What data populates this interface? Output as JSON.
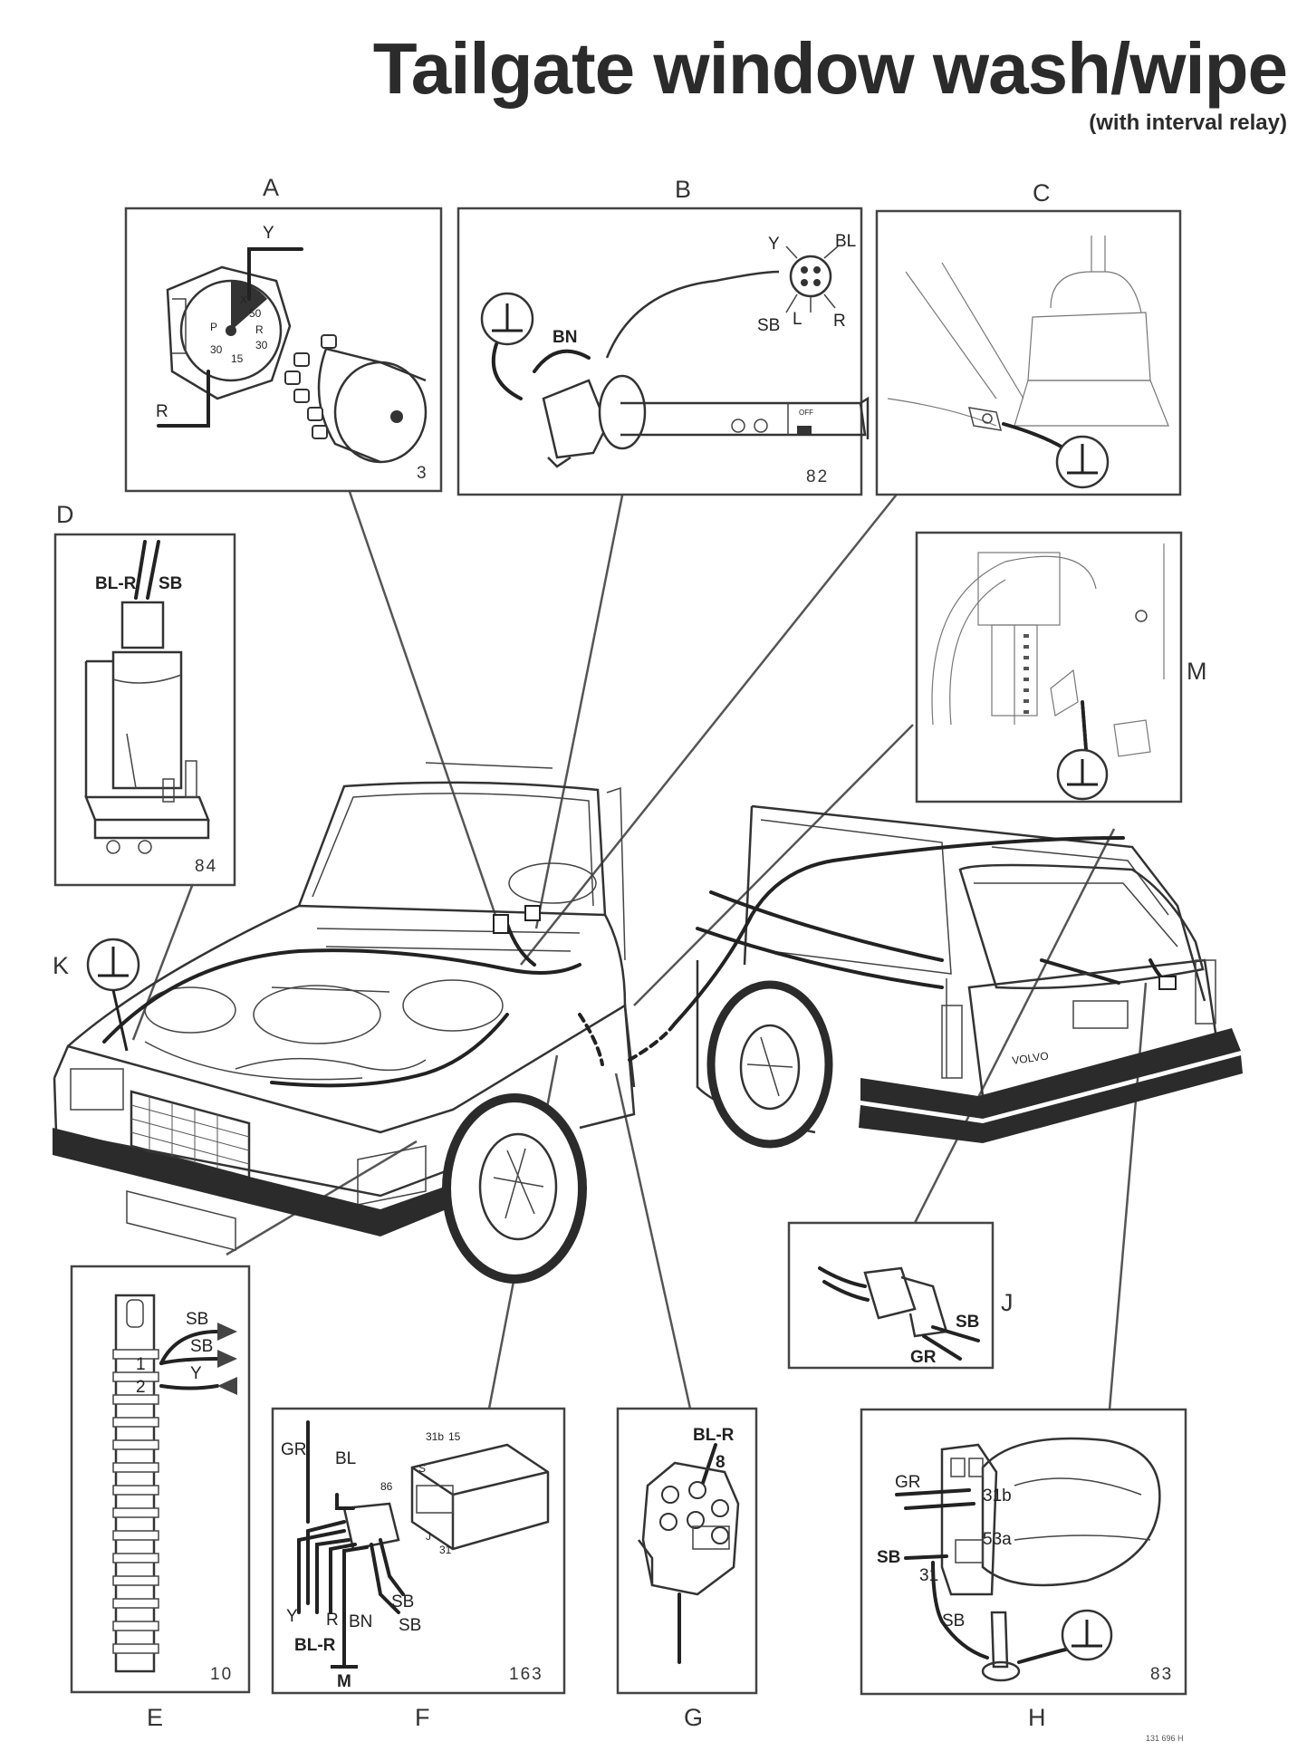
{
  "title": "Tailgate window wash/wipe",
  "subtitle": "(with interval relay)",
  "panels": {
    "A": {
      "letter": "A",
      "number": "3",
      "wires": [
        "Y",
        "R"
      ],
      "terminals": [
        "X",
        "50",
        "P",
        "R",
        "30",
        "15",
        "30"
      ]
    },
    "B": {
      "letter": "B",
      "number": "82",
      "wires": [
        "Y",
        "BL",
        "SB",
        "L",
        "R",
        "BN"
      ]
    },
    "C": {
      "letter": "C"
    },
    "D": {
      "letter": "D",
      "number": "84",
      "wires": [
        "BL-R",
        "SB"
      ]
    },
    "E": {
      "letter": "E",
      "number": "10",
      "wires": [
        "SB",
        "SB",
        "Y"
      ],
      "terminals": [
        "1",
        "2"
      ]
    },
    "F": {
      "letter": "F",
      "number": "163",
      "wires": [
        "GR",
        "BL",
        "Y",
        "R",
        "BN",
        "SB",
        "SB",
        "BL-R",
        "M"
      ],
      "terminals": [
        "31b",
        "15",
        "S",
        "86",
        "J",
        "31"
      ]
    },
    "G": {
      "letter": "G",
      "wires": [
        "BL-R"
      ],
      "terminals": [
        "8"
      ]
    },
    "H": {
      "letter": "H",
      "number": "83",
      "wires": [
        "GR",
        "SB",
        "SB"
      ],
      "terminals": [
        "31b",
        "53a",
        "31"
      ]
    },
    "J": {
      "letter": "J",
      "wires": [
        "SB",
        "GR"
      ]
    },
    "K": {
      "letter": "K"
    },
    "M": {
      "letter": "M"
    }
  },
  "car": {
    "badge": "VOLVO"
  },
  "switch_marks": [
    "OFF"
  ],
  "reference_code": "131 696 H"
}
